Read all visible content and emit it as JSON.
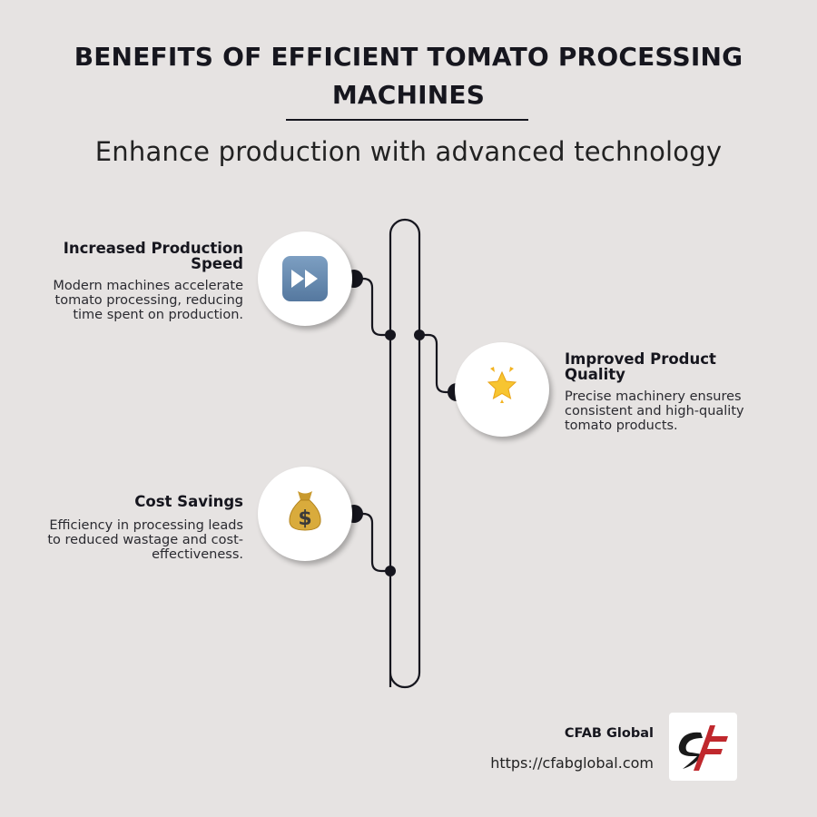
{
  "header": {
    "title": "BENEFITS OF EFFICIENT TOMATO PROCESSING MACHINES",
    "subtitle": "Enhance production with advanced technology"
  },
  "items": [
    {
      "title": "Increased Production Speed",
      "description": "Modern machines accelerate tomato processing, reducing time spent on production.",
      "icon": "fast-forward-icon",
      "side": "left"
    },
    {
      "title": "Improved Product Quality",
      "description": "Precise machinery ensures consistent and high-quality tomato products.",
      "icon": "glowing-star-icon",
      "side": "right"
    },
    {
      "title": "Cost Savings",
      "description": "Efficiency in processing leads to reduced wastage and cost-effectiveness.",
      "icon": "money-bag-icon",
      "side": "left"
    }
  ],
  "footer": {
    "brand_name": "CFAB Global",
    "url": "https://cfabglobal.com"
  },
  "colors": {
    "background": "#e6e3e2",
    "text": "#16161e",
    "line": "#16161e",
    "logo_red": "#c0282d"
  }
}
